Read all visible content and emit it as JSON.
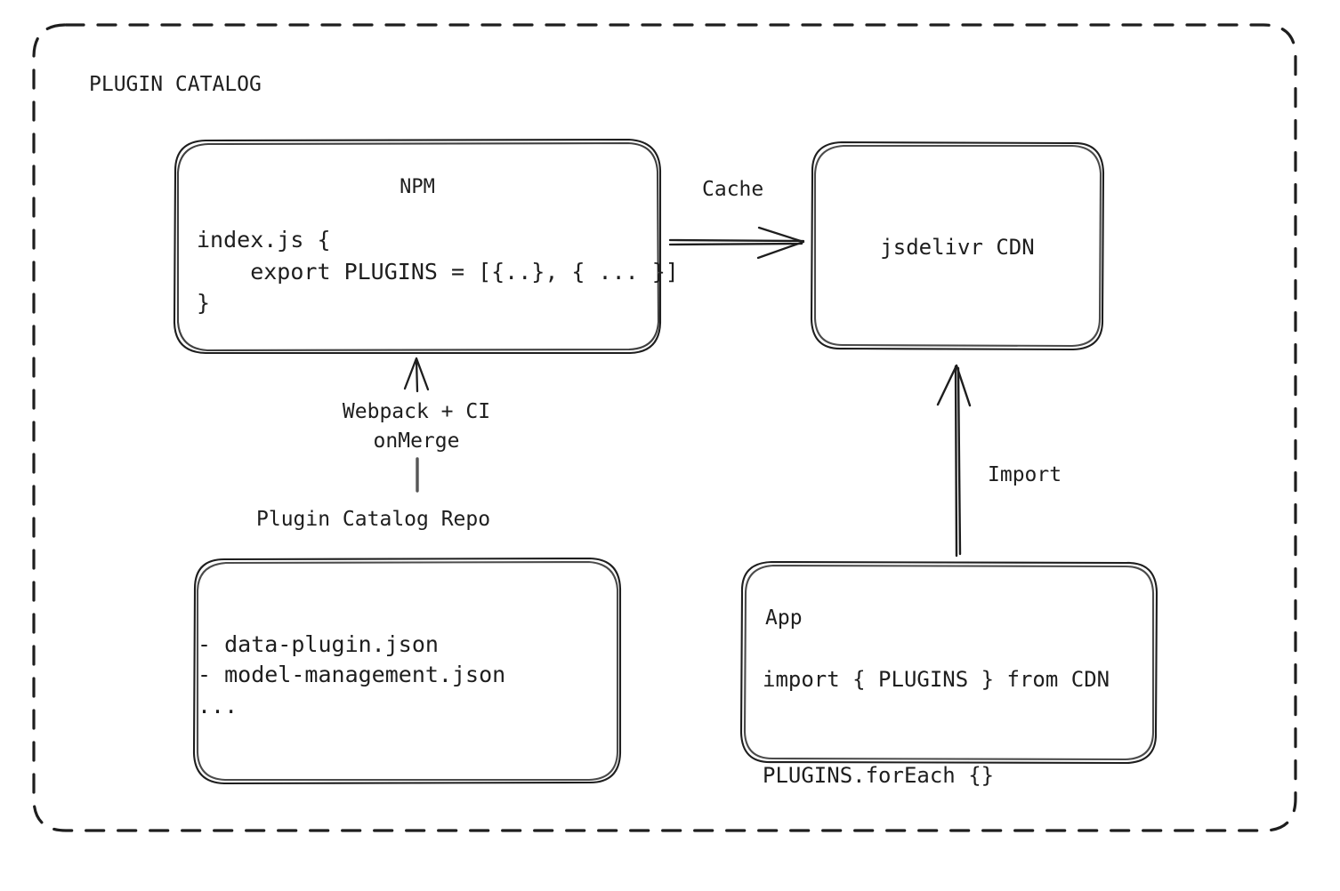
{
  "diagram": {
    "title": "PLUGIN CATALOG",
    "background_color": "#ffffff",
    "stroke_color": "#1e1e1e",
    "nodes": {
      "npm": {
        "title": "NPM",
        "code": "index.js {\n    export PLUGINS = [{..}, { ... }]\n}"
      },
      "cdn": {
        "title": "jsdelivr CDN"
      },
      "repo": {
        "caption": "Plugin Catalog Repo",
        "list": "- data-plugin.json\n- model-management.json\n..."
      },
      "app": {
        "title": "App",
        "code": "import { PLUGINS } from CDN\n\nPLUGINS.forEach {}"
      }
    },
    "edges": {
      "npm_to_cdn": "Cache",
      "repo_to_npm": "Webpack + CI\nonMerge",
      "app_to_cdn": "Import"
    }
  }
}
